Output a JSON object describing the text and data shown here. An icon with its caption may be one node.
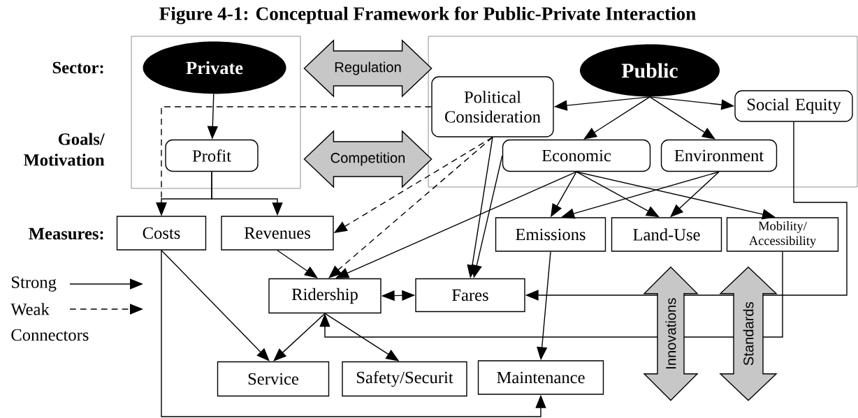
{
  "diagram": {
    "title": "Figure 4-1: Conceptual Framework for Public-Private Interaction",
    "nodes": [
      {
        "text": [],
        "shape": "box"
      },
      {
        "text": [],
        "shape": "box"
      },
      {
        "text": [
          "Private"
        ],
        "in": 0
      },
      {
        "text": [
          "Public"
        ],
        "in": 1
      },
      {
        "text": [
          "Political Consideration"
        ],
        "in": 1
      },
      {
        "text": [
          "Social Equity"
        ],
        "in": 1
      },
      {
        "text": [
          "Profit"
        ],
        "in": 0
      },
      {
        "text": [
          "Economic"
        ],
        "in": 1
      },
      {
        "text": [
          "Environment"
        ],
        "in": 1
      },
      {
        "text": [
          "Costs"
        ]
      },
      {
        "text": [
          "Revenues"
        ]
      },
      {
        "text": [
          "Emissions"
        ]
      },
      {
        "text": [
          "Land-Use"
        ]
      },
      {
        "text": [
          "Mobility/ Accessibility"
        ]
      },
      {
        "text": [
          "Ridership"
        ]
      },
      {
        "text": [
          "Fares"
        ]
      },
      {
        "text": [
          "Service"
        ]
      },
      {
        "text": [
          "Safety/Securit"
        ]
      },
      {
        "text": [
          "Maintenance"
        ]
      }
    ],
    "edges": [
      {
        "from": 2,
        "to": 6,
        "arrow": "to"
      },
      {
        "from": 6,
        "to": 9,
        "arrow": "to"
      },
      {
        "from": 6,
        "to": 10,
        "arrow": "to"
      },
      {
        "from": 3,
        "to": 4,
        "arrow": "to"
      },
      {
        "from": 3,
        "to": 5,
        "arrow": "to"
      },
      {
        "from": 3,
        "to": 7,
        "arrow": "to"
      },
      {
        "from": 3,
        "to": 8,
        "arrow": "to"
      },
      {
        "from": 4,
        "to": 9,
        "arrow": "to",
        "style": "dashed"
      },
      {
        "from": 4,
        "to": 10,
        "arrow": "to",
        "style": "dashed"
      },
      {
        "from": 4,
        "to": 14,
        "arrow": "to",
        "style": "dashed"
      },
      {
        "from": 4,
        "to": 15,
        "arrow": "to"
      },
      {
        "from": 7,
        "to": 15,
        "arrow": "to"
      },
      {
        "from": 7,
        "to": 14,
        "arrow": "to"
      },
      {
        "from": 7,
        "to": 11,
        "arrow": "to"
      },
      {
        "from": 7,
        "to": 12,
        "arrow": "to"
      },
      {
        "from": 7,
        "to": 13,
        "arrow": "to"
      },
      {
        "from": 8,
        "to": 11,
        "arrow": "to"
      },
      {
        "from": 8,
        "to": 12,
        "arrow": "to"
      },
      {
        "from": 5,
        "to": 15,
        "arrow": "to"
      },
      {
        "from": 13,
        "to": 14,
        "arrow": "to"
      },
      {
        "from": 10,
        "to": 14,
        "arrow": "to"
      },
      {
        "from": 14,
        "to": 15,
        "arrow": "both"
      },
      {
        "from": 9,
        "to": 16,
        "arrow": "to"
      },
      {
        "from": 14,
        "to": 16,
        "arrow": "to"
      },
      {
        "from": 14,
        "to": 17,
        "arrow": "to"
      },
      {
        "from": 11,
        "to": 18,
        "arrow": "to"
      },
      {
        "from": 9,
        "to": 18,
        "arrow": "to"
      },
      {
        "from": 0,
        "to": 1,
        "arrow": "both",
        "label": "Regulation"
      },
      {
        "from": 0,
        "to": 1,
        "arrow": "both",
        "label": "Competition"
      },
      {
        "from": null,
        "to": 12,
        "arrow": "both",
        "label": "Innovations"
      },
      {
        "from": null,
        "to": 13,
        "arrow": "both",
        "label": "Standards"
      }
    ],
    "labels": [
      "Sector:",
      "Goals/ Motivation",
      "Measures:",
      "Connectors"
    ],
    "legend": [
      {
        "text": "Strong"
      },
      {
        "text": "Weak"
      }
    ]
  }
}
